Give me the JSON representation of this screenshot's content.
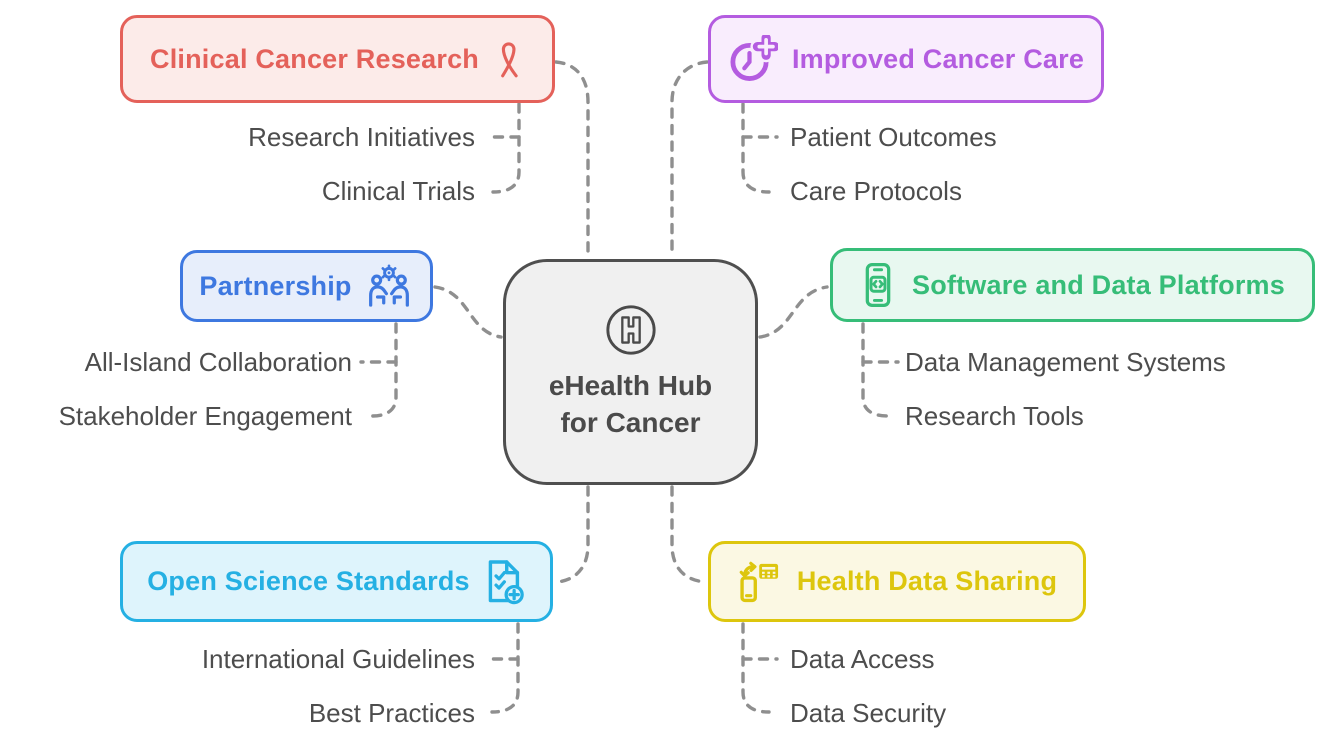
{
  "center": {
    "line1": "eHealth Hub",
    "line2": "for Cancer",
    "icon": "hospital-h-icon",
    "color": "#4a4a4a",
    "bg": "#f0f0f0",
    "border": "#4f4f4f"
  },
  "connector": {
    "color": "#8f8f8f"
  },
  "child_text_color": "#4d4d4d",
  "branches": [
    {
      "label": "Clinical Cancer Research",
      "icon": "awareness-ribbon-icon",
      "color": "#e4615a",
      "bg": "#fcebe9",
      "children": [
        "Research Initiatives",
        "Clinical Trials"
      ]
    },
    {
      "label": "Improved Cancer Care",
      "icon": "stopwatch-plus-icon",
      "color": "#b45ce0",
      "bg": "#f9edfd",
      "children": [
        "Patient Outcomes",
        "Care Protocols"
      ]
    },
    {
      "label": "Partnership",
      "icon": "collaboration-gear-icon",
      "color": "#3e78e0",
      "bg": "#e7eefb",
      "children": [
        "All-Island Collaboration",
        "Stakeholder Engagement"
      ]
    },
    {
      "label": "Software and Data Platforms",
      "icon": "phone-code-icon",
      "color": "#36bd78",
      "bg": "#e8f8f0",
      "children": [
        "Data Management Systems",
        "Research Tools"
      ]
    },
    {
      "label": "Open Science Standards",
      "icon": "checklist-plus-icon",
      "color": "#25b0e3",
      "bg": "#def4fc",
      "children": [
        "International Guidelines",
        "Best Practices"
      ]
    },
    {
      "label": "Health Data Sharing",
      "icon": "data-sharing-phone-icon",
      "color": "#ddc60d",
      "bg": "#fbf8e3",
      "children": [
        "Data Access",
        "Data Security"
      ]
    }
  ]
}
